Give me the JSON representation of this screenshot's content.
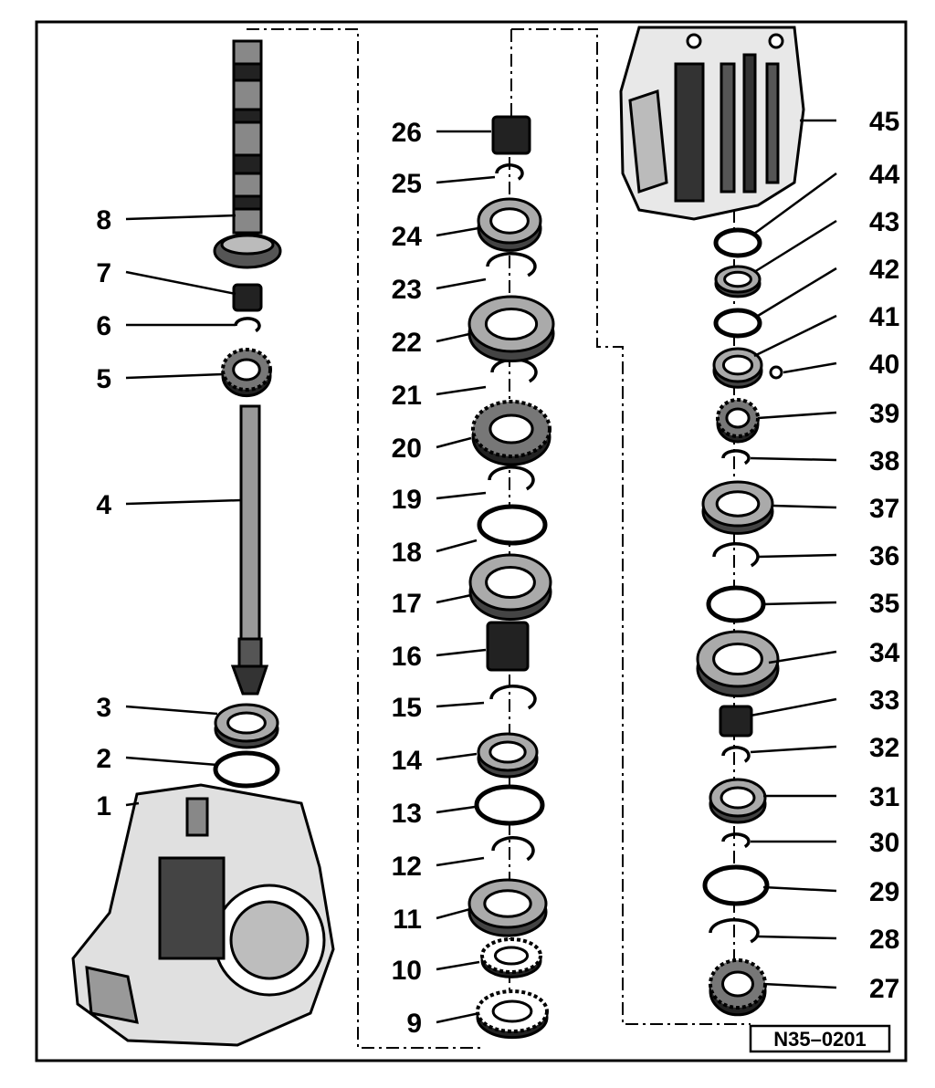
{
  "diagram": {
    "reference_code": "N35–0201",
    "callouts": [
      {
        "id": "1",
        "label": "1"
      },
      {
        "id": "2",
        "label": "2"
      },
      {
        "id": "3",
        "label": "3"
      },
      {
        "id": "4",
        "label": "4"
      },
      {
        "id": "5",
        "label": "5"
      },
      {
        "id": "6",
        "label": "6"
      },
      {
        "id": "7",
        "label": "7"
      },
      {
        "id": "8",
        "label": "8"
      },
      {
        "id": "9",
        "label": "9"
      },
      {
        "id": "10",
        "label": "10"
      },
      {
        "id": "11",
        "label": "11"
      },
      {
        "id": "12",
        "label": "12"
      },
      {
        "id": "13",
        "label": "13"
      },
      {
        "id": "14",
        "label": "14"
      },
      {
        "id": "15",
        "label": "15"
      },
      {
        "id": "16",
        "label": "16"
      },
      {
        "id": "17",
        "label": "17"
      },
      {
        "id": "18",
        "label": "18"
      },
      {
        "id": "19",
        "label": "19"
      },
      {
        "id": "20",
        "label": "20"
      },
      {
        "id": "21",
        "label": "21"
      },
      {
        "id": "22",
        "label": "22"
      },
      {
        "id": "23",
        "label": "23"
      },
      {
        "id": "24",
        "label": "24"
      },
      {
        "id": "25",
        "label": "25"
      },
      {
        "id": "26",
        "label": "26"
      },
      {
        "id": "27",
        "label": "27"
      },
      {
        "id": "28",
        "label": "28"
      },
      {
        "id": "29",
        "label": "29"
      },
      {
        "id": "30",
        "label": "30"
      },
      {
        "id": "31",
        "label": "31"
      },
      {
        "id": "32",
        "label": "32"
      },
      {
        "id": "33",
        "label": "33"
      },
      {
        "id": "34",
        "label": "34"
      },
      {
        "id": "35",
        "label": "35"
      },
      {
        "id": "36",
        "label": "36"
      },
      {
        "id": "37",
        "label": "37"
      },
      {
        "id": "38",
        "label": "38"
      },
      {
        "id": "39",
        "label": "39"
      },
      {
        "id": "40",
        "label": "40"
      },
      {
        "id": "41",
        "label": "41"
      },
      {
        "id": "42",
        "label": "42"
      },
      {
        "id": "43",
        "label": "43"
      },
      {
        "id": "44",
        "label": "44"
      },
      {
        "id": "45",
        "label": "45"
      }
    ]
  }
}
